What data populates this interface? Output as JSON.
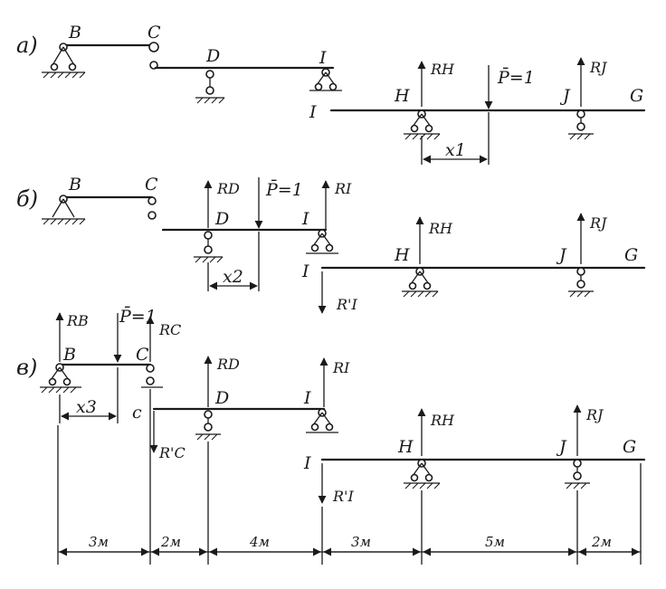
{
  "parts": {
    "a": "a)",
    "b": "б)",
    "v": "в)"
  },
  "labels": {
    "B": "B",
    "C": "C",
    "D": "D",
    "I": "I",
    "H": "H",
    "J": "J",
    "G": "G",
    "c": "c"
  },
  "forces": {
    "P1": "P̄=1",
    "RH": "RH",
    "RJ": "RJ",
    "RD": "RD",
    "RI": "RI",
    "RIp": "R'I",
    "RB": "RB",
    "RC": "RC",
    "RCp": "R'C"
  },
  "coords": {
    "x1": "x1",
    "x2": "x2",
    "x3": "x3"
  },
  "spans": {
    "s1": "3м",
    "s2": "2м",
    "s3": "4м",
    "s4": "3м",
    "s5": "5м",
    "s6": "2м"
  }
}
